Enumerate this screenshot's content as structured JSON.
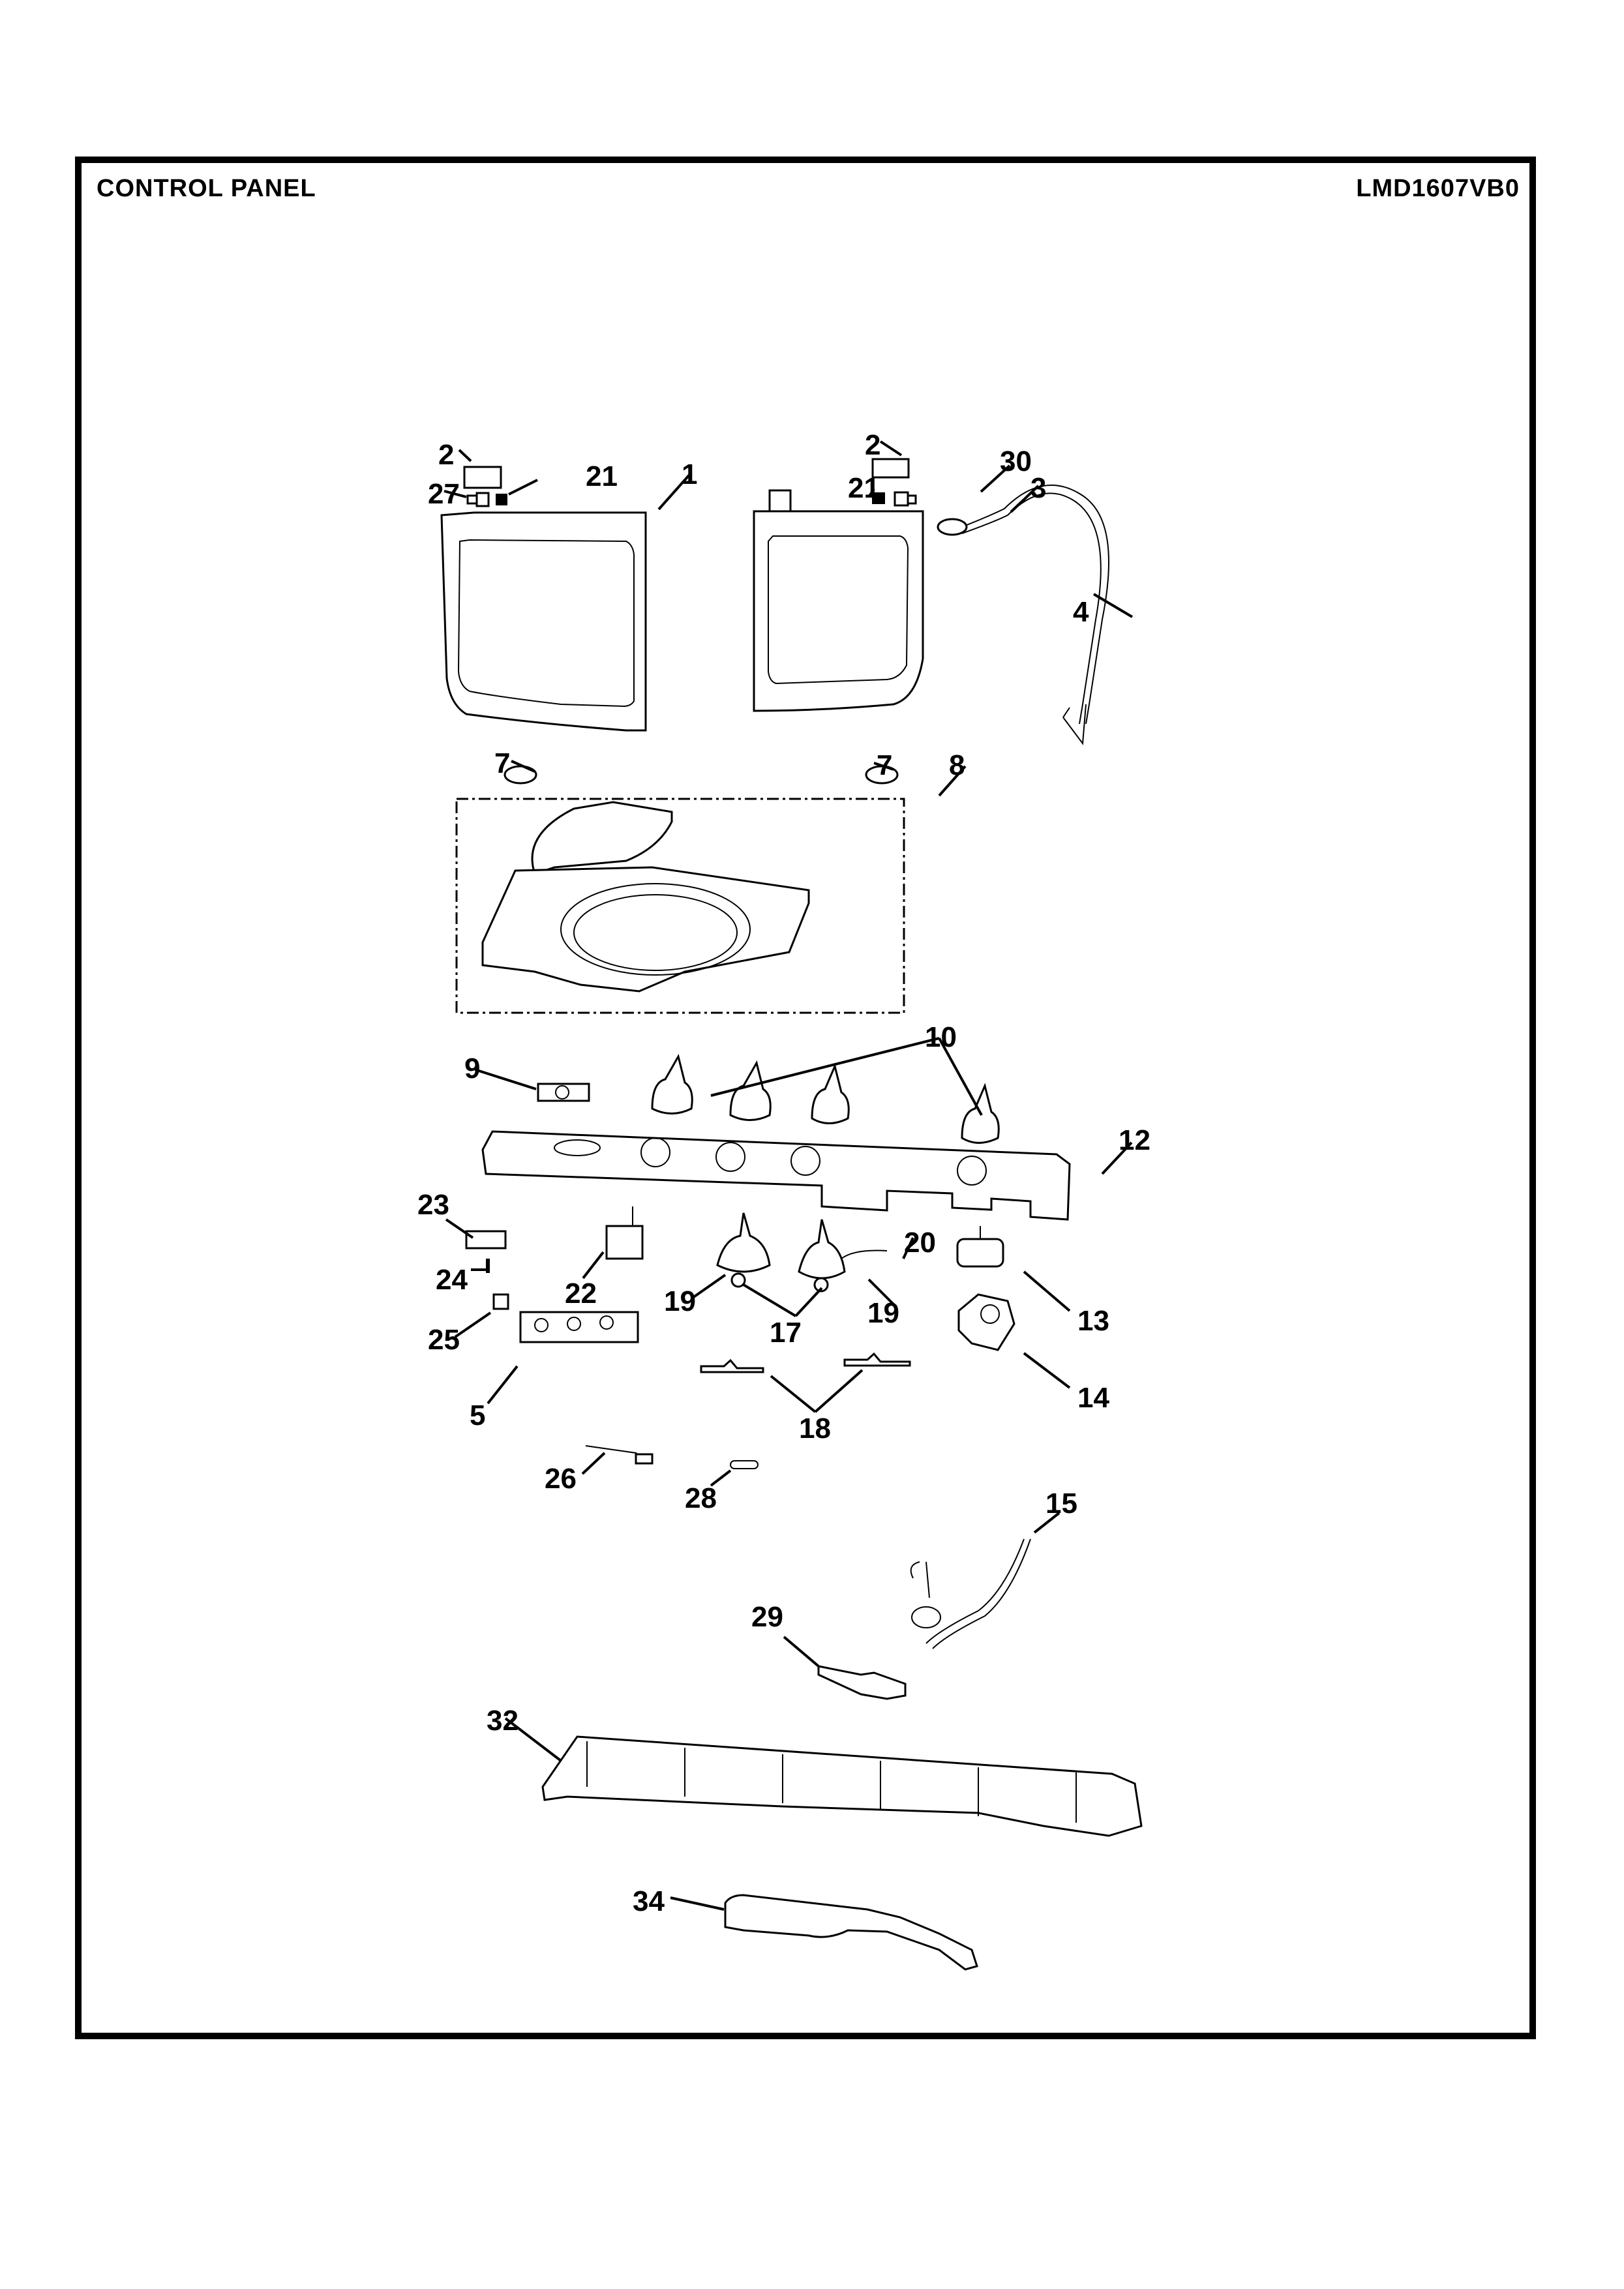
{
  "header": {
    "section_title": "CONTROL PANEL",
    "model_number": "LMD1607VB0"
  },
  "callouts": {
    "lid_left": "1",
    "lid_trim_left": "2",
    "lid_trim_right": "2",
    "lid_right": "3",
    "hose": "4",
    "switch_block": "5",
    "bumper_left": "7",
    "bumper_right": "7",
    "top_cover_assembly": "8",
    "badge": "9",
    "knobs": "10",
    "control_panel": "12",
    "motor_13": "13",
    "timer_14": "14",
    "wire_harness": "15",
    "washers": "17",
    "clips": "18",
    "selector_left": "19",
    "selector_right": "19",
    "wire_20": "20",
    "screw_left": "21",
    "screw_right": "21",
    "timer_22": "22",
    "switch_23": "23",
    "pin_24": "24",
    "actuator_25": "25",
    "lever_26": "26",
    "hinge_27": "27",
    "spring_28": "28",
    "sensor_29": "29",
    "hinge_30": "30",
    "back_panel_32": "32",
    "bracket_34": "34"
  }
}
